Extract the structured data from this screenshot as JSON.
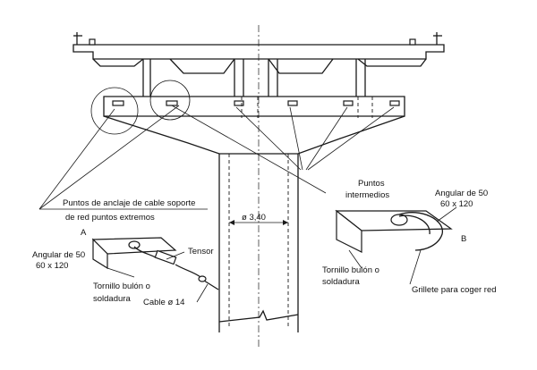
{
  "labels": {
    "anchor_extremes_line1": "Puntos de anclaje de cable soporte",
    "anchor_extremes_line2": "de red puntos extremos",
    "intermediate_line1": "Puntos",
    "intermediate_line2": "intermedios",
    "angle_right_line1": "Angular de 50",
    "angle_right_line2": "60 x 120",
    "angle_left_line1": "Angular de 50",
    "angle_left_line2": "60 x 120",
    "diameter": "ø 3,40",
    "detail_a": "A",
    "detail_b": "B",
    "tensor": "Tensor",
    "bolt_left_line1": "Tornillo bulón o",
    "bolt_left_line2": "soldadura",
    "cable": "Cable ø 14",
    "bolt_right_line1": "Tornillo bulón o",
    "bolt_right_line2": "soldadura",
    "shackle": "Grillete para coger red"
  }
}
